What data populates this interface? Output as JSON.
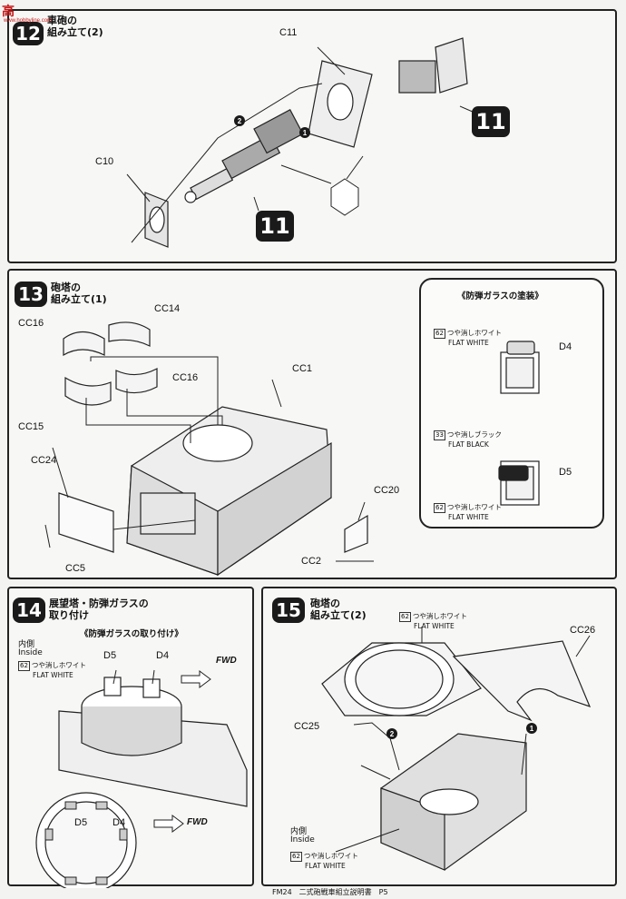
{
  "watermark": {
    "text": "高",
    "site": "www.hobbyline.com"
  },
  "step12": {
    "number": "12",
    "title_line1": "車砲の",
    "title_line2": "組み立て(2)",
    "labels": {
      "c11": "C11",
      "c10": "C10"
    },
    "badge_a": "11",
    "badge_b": "11",
    "num1": "1",
    "num2": "2"
  },
  "step13": {
    "number": "13",
    "title_line1": "砲塔の",
    "title_line2": "組み立て(1)",
    "labels": {
      "cc14": "CC14",
      "cc16a": "CC16",
      "cc16b": "CC16",
      "cc1": "CC1",
      "cc15": "CC15",
      "cc24": "CC24",
      "cc20": "CC20",
      "cc2": "CC2",
      "cc5": "CC5"
    },
    "inset": {
      "title": "《防弾ガラスの塗装》",
      "d4": "D4",
      "d5": "D5",
      "paint_a_num": "62",
      "paint_a_jp": "つや消しホワイト",
      "paint_a_en": "FLAT WHITE",
      "paint_b_num": "33",
      "paint_b_jp": "つや消しブラック",
      "paint_b_en": "FLAT BLACK",
      "paint_c_num": "62",
      "paint_c_jp": "つや消しホワイト",
      "paint_c_en": "FLAT WHITE"
    }
  },
  "step14": {
    "number": "14",
    "title_line1": "展望塔・防弾ガラスの",
    "title_line2": "取り付け",
    "subtitle": "《防弾ガラスの取り付け》",
    "inside_jp": "内側",
    "inside_en": "Inside",
    "paint_num": "62",
    "paint_jp": "つや消しホワイト",
    "paint_en": "FLAT WHITE",
    "d5": "D5",
    "d4": "D4",
    "fwd": "FWD",
    "d5b": "D5",
    "d4b": "D4",
    "fwd2": "FWD"
  },
  "step15": {
    "number": "15",
    "title_line1": "砲塔の",
    "title_line2": "組み立て(2)",
    "paint_num": "62",
    "paint_jp": "つや消しホワイト",
    "paint_en": "FLAT WHITE",
    "cc26": "CC26",
    "cc25": "CC25",
    "num2": "2",
    "num1": "1",
    "inside_jp": "内側",
    "inside_en": "Inside",
    "paint2_num": "62",
    "paint2_jp": "つや消しホワイト",
    "paint2_en": "FLAT WHITE"
  },
  "footer": {
    "text": "FM24　二式砲戦車組立説明書　P5"
  }
}
